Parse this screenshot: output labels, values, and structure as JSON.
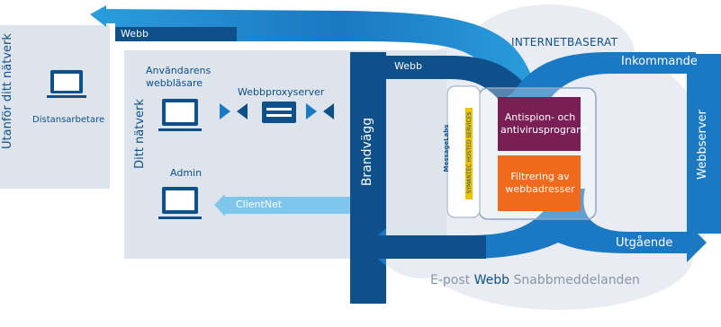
{
  "outside": {
    "label": "Utanför ditt nätverk",
    "remote_worker": "Distansarbetare"
  },
  "inside": {
    "label": "Ditt nätverk",
    "user_browser": "Användarens webbläsare",
    "proxy": "Webbproxyserver",
    "admin": "Admin",
    "clientnet": "ClientNet"
  },
  "firewall": "Brandvägg",
  "flows": {
    "web_top": "Webb",
    "web_mid": "Webb",
    "incoming": "Inkommande",
    "outgoing": "Utgående"
  },
  "internet": "INTERNETBASERAT",
  "webserver": "Webbserver",
  "cloud_footer": {
    "email": "E-post",
    "web": "Webb",
    "im": "Snabbmeddelanden"
  },
  "messagelabs": {
    "name": "MessageLabs",
    "sub": "SYMANTEC HOSTED SERVICES"
  },
  "services": {
    "antispy": "Antispion- och antivirusprogram",
    "url_filter": "Filtrering av webbadresser"
  },
  "colors": {
    "dark_blue": "#0f4f8a",
    "mid_blue": "#1b78c2",
    "light_blue": "#2a9ddc",
    "clientnet_blue": "#7fc6ec",
    "panel_gray": "#dde4ec",
    "cloud_gray": "#e9edf3",
    "antispy_purple": "#7a1f55",
    "url_orange": "#ef6a1d"
  }
}
